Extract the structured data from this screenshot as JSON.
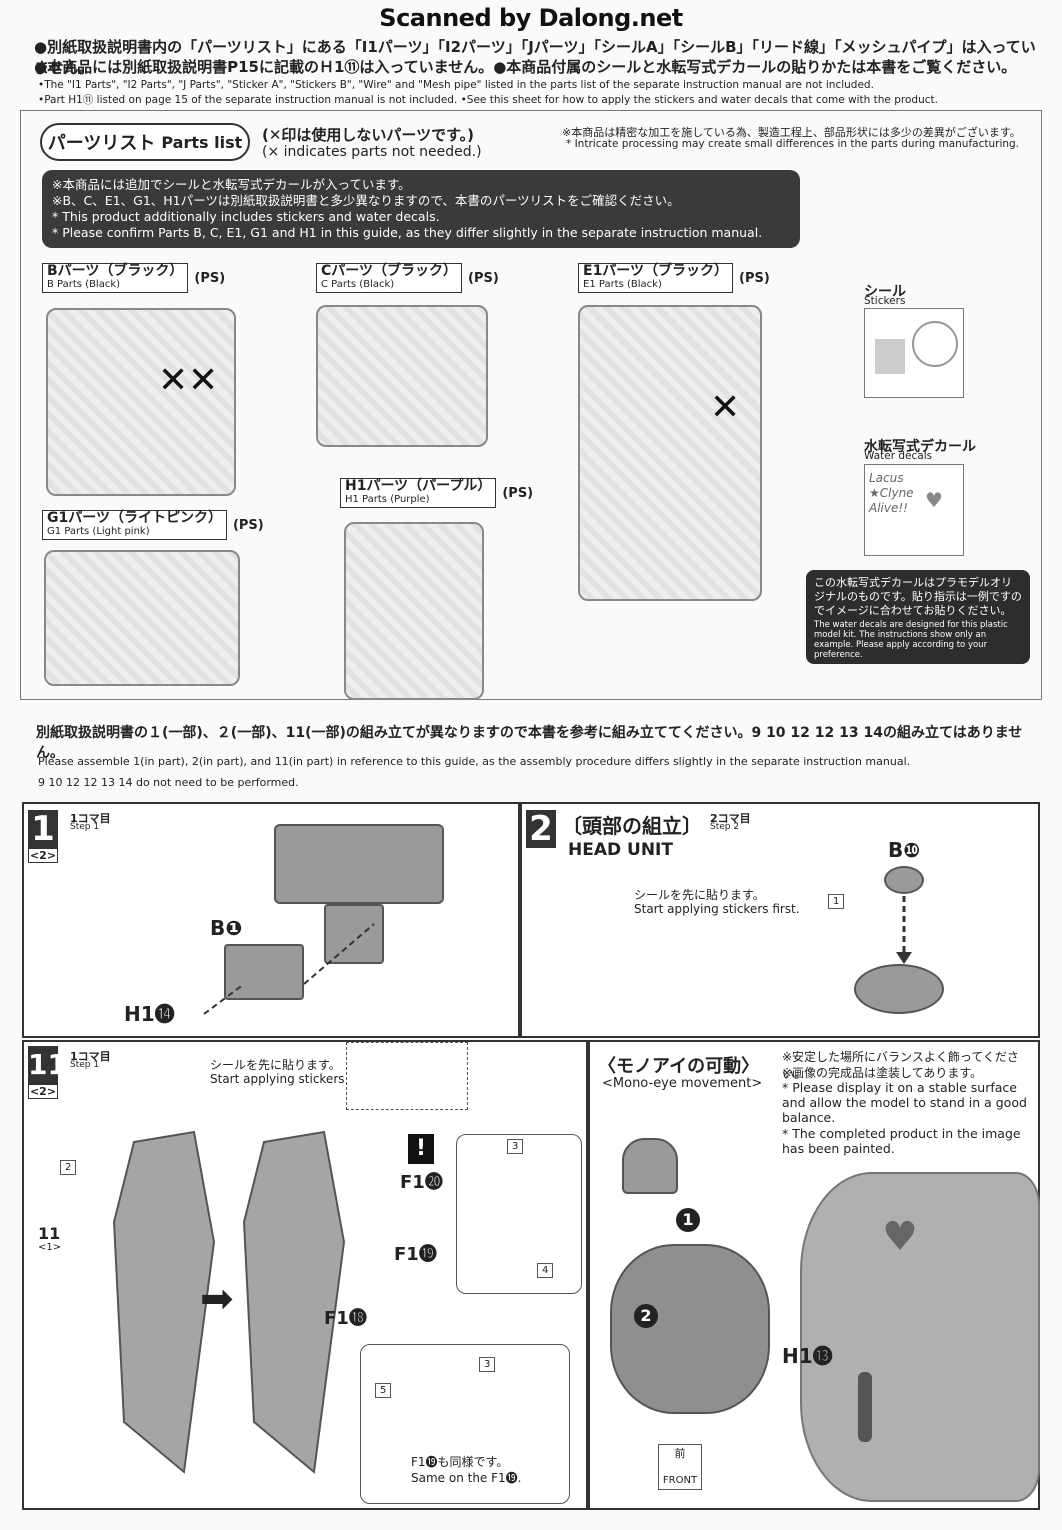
{
  "watermark": "Scanned by Dalong.net",
  "notice": {
    "jp_line1": "●別紙取扱説明書内の「パーツリスト」にある「I1パーツ」「I2パーツ」「Jパーツ」「シールA」「シールB」「リード線」「メッシュパイプ」は入っていません。",
    "jp_line2": "●本商品には別紙取扱説明書P15に記載のＨ1⑪は入っていません。●本商品付属のシールと水転写式デカールの貼りかたは本書をご覧ください。",
    "en_line1": "•The \"I1 Parts\", \"I2 Parts\", \"J Parts\", \"Sticker A\", \"Stickers B\", \"Wire\" and \"Mesh pipe\" listed in the parts list of the separate instruction manual are not included.",
    "en_line2": "•Part H1⑪ listed on page 15 of the separate instruction manual is not included. •See this sheet for how to apply the stickers and water decals that come with the product."
  },
  "parts_list": {
    "title_jp": "パーツリスト",
    "title_en": "Parts list",
    "note_jp": "(✕印は使用しないパーツです。)",
    "note_en": "(× indicates parts not needed.)",
    "precision_jp": "※本商品は精密な加工を施している為、製造工程上、部品形状には多少の差異がございます。",
    "precision_en": "* Intricate processing may create small differences in the parts during manufacturing.",
    "dark_jp1": "※本商品には追加でシールと水転写式デカールが入っています。",
    "dark_jp2": "※B、C、E1、G1、H1パーツは別紙取扱説明書と多少異なりますので、本書のパーツリストをご確認ください。",
    "dark_en1": "* This product additionally includes stickers and water decals.",
    "dark_en2": "* Please confirm Parts B, C, E1, G1 and H1 in this guide, as they differ slightly in the separate instruction manual.",
    "runners": [
      {
        "jp": "Bパーツ（ブラック）",
        "en": "B Parts (Black)",
        "ps": "(PS)"
      },
      {
        "jp": "Cパーツ（ブラック）",
        "en": "C Parts (Black)",
        "ps": "(PS)"
      },
      {
        "jp": "E1パーツ（ブラック）",
        "en": "E1 Parts (Black)",
        "ps": "(PS)"
      },
      {
        "jp": "G1パーツ（ライトピンク）",
        "en": "G1 Parts (Light pink)",
        "ps": "(PS)"
      },
      {
        "jp": "H1パーツ（パープル）",
        "en": "H1 Parts (Purple)",
        "ps": "(PS)"
      }
    ],
    "stickers_jp": "シール",
    "stickers_en": "Stickers",
    "decal_jp": "水転写式デカール",
    "decal_en": "Water decals",
    "decal_text": [
      "Lacus",
      "★Clyne",
      "Alive!!"
    ],
    "decal_note_jp": "この水転写式デカールはプラモデルオリジナルのものです。貼り指示は一例ですのでイメージに合わせてお貼りください。",
    "decal_note_en": "The water decals are designed for this plastic model kit. The instructions show only an example. Please apply according to your preference."
  },
  "assembly_note": {
    "jp": "別紙取扱説明書の１(一部)、２(一部)、11(一部)の組み立てが異なりますので本書を参考に組み立ててください。9 10 12 12 13 14の組み立てはありません。",
    "en1": "Please assemble 1(in part), 2(in part), and 11(in part) in reference to this guide, as the assembly procedure differs slightly in the separate instruction manual.",
    "en2": "9 10 12 12 13 14 do not need to be performed."
  },
  "step1": {
    "num": "1",
    "tab": "<2>",
    "koma": "1コマ目",
    "step": "Step 1",
    "part_b": "B❶",
    "part_h": "H1⓮"
  },
  "step2": {
    "num": "2",
    "title_jp": "〔頭部の組立〕",
    "koma": "2コマ目",
    "step": "Step 2",
    "title_en": "HEAD UNIT",
    "sticker_jp": "シールを先に貼ります。",
    "sticker_en": "Start applying stickers first.",
    "sticker_num": "1",
    "part": "B❿"
  },
  "step11": {
    "num": "11",
    "tab": "<2>",
    "koma": "1コマ目",
    "step": "Step 1",
    "sticker_jp": "シールを先に貼ります。",
    "sticker_en": "Start applying stickers first.",
    "ref_num": "11",
    "ref_tab": "<1>",
    "s2": "2",
    "s3": "3",
    "s4": "4",
    "s5": "5",
    "f20": "F1⓴",
    "f19": "F1⓳",
    "f18": "F1⓲",
    "same_jp": "F1⓳も同様です。",
    "same_en": "Same on the F1⓳."
  },
  "monoeye": {
    "title_jp": "〈モノアイの可動〉",
    "title_en": "<Mono-eye movement>",
    "note_jp1": "※安定した場所にバランスよく飾ってください。",
    "note_jp2": "※画像の完成品は塗装してあります。",
    "note_en1": "* Please display it on a stable surface and allow the model to stand in a good balance.",
    "note_en2": "* The completed product in the image has been painted.",
    "arrow1": "1",
    "arrow2": "2",
    "front_jp": "前",
    "front_en": "FRONT",
    "part": "H1⓭"
  }
}
